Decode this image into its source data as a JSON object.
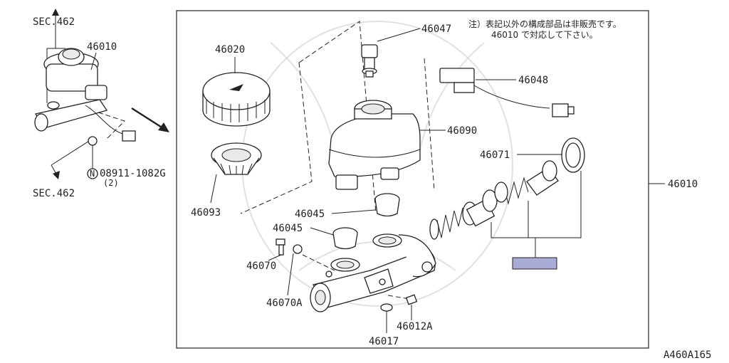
{
  "diagram_id": "A460A165",
  "note": {
    "line1": "注）表記以外の構成部品は非販売です。",
    "line2": "46010 で対応して下さい。"
  },
  "overview": {
    "assembly_number": "46010",
    "sec_top": "SEC.462",
    "sec_bottom": "SEC.462",
    "nut_marker": "N",
    "nut_part": "08911-1082G",
    "nut_qty": "(2)"
  },
  "callouts": {
    "p46020": "46020",
    "p46093": "46093",
    "p46047": "46047",
    "p46048": "46048",
    "p46090": "46090",
    "p46071": "46071",
    "p46010": "46010",
    "p46045a": "46045",
    "p46045b": "46045",
    "p46070": "46070",
    "p46070A": "46070A",
    "p46012A": "46012A",
    "p46017": "46017"
  },
  "colors": {
    "highlight_box": "#a9acd6",
    "line": "#222222"
  }
}
